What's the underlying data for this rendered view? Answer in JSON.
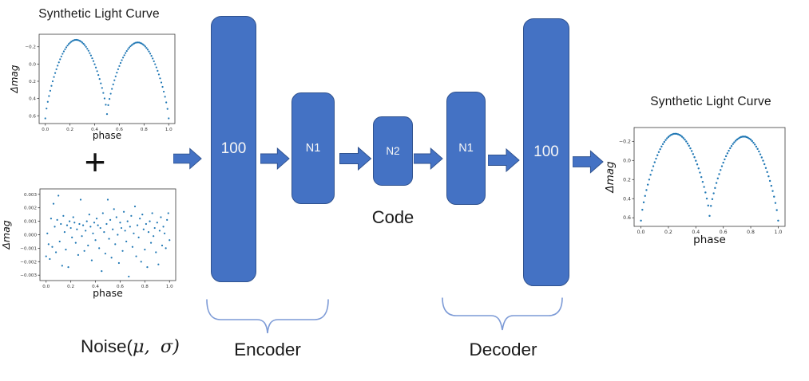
{
  "diagram": {
    "plus_sign": "+",
    "noise_label": {
      "prefix": "Noise(",
      "mu": "μ,",
      "sigma": "σ)"
    },
    "layers": [
      {
        "label": "100",
        "role": "encoder-input-layer"
      },
      {
        "label": "N1",
        "role": "encoder-hidden-layer"
      },
      {
        "label": "N2",
        "role": "code-layer"
      },
      {
        "label": "N1",
        "role": "decoder-hidden-layer"
      },
      {
        "label": "100",
        "role": "decoder-output-layer"
      }
    ],
    "code_label": "Code",
    "encoder_label": "Encoder",
    "decoder_label": "Decoder",
    "colors": {
      "block_fill": "#4472C4",
      "block_border": "#2F528F",
      "arrow_fill": "#4472C4",
      "arrow_border": "#2F528F",
      "brace_stroke": "#7C9AD6",
      "scatter_point": "#1f77b4",
      "axis": "#3a3a3a",
      "text": "#1b1b1b"
    }
  },
  "chart_data": [
    {
      "id": "input_light_curve",
      "type": "scatter",
      "title": "Synthetic Light Curve",
      "xlabel": "phase",
      "ylabel": "Δmag",
      "y_axis_inverted": true,
      "grid": false,
      "xtick_values": [
        0.0,
        0.2,
        0.4,
        0.6,
        0.8,
        1.0
      ],
      "xtick_labels": [
        "0.0",
        "0.2",
        "0.4",
        "0.6",
        "0.8",
        "1.0"
      ],
      "ytick_values": [
        -0.2,
        0.0,
        0.2,
        0.4,
        0.6
      ],
      "ytick_labels": [
        "−0.2",
        "0.0",
        "0.2",
        "0.4",
        "0.6"
      ],
      "display_xlim": [
        -0.05,
        1.05
      ],
      "display_ylim": [
        -0.345,
        0.69
      ],
      "point_color": "#1f77b4",
      "x_start": 0,
      "x_step": 0.01,
      "y": [
        0.63,
        0.516,
        0.438,
        0.371,
        0.31,
        0.253,
        0.2,
        0.15,
        0.104,
        0.06,
        0.019,
        -0.019,
        -0.055,
        -0.088,
        -0.118,
        -0.146,
        -0.171,
        -0.194,
        -0.214,
        -0.232,
        -0.246,
        -0.258,
        -0.268,
        -0.275,
        -0.279,
        -0.28,
        -0.279,
        -0.275,
        -0.269,
        -0.26,
        -0.248,
        -0.234,
        -0.218,
        -0.199,
        -0.177,
        -0.154,
        -0.127,
        -0.099,
        -0.067,
        -0.034,
        0.003,
        0.041,
        0.083,
        0.127,
        0.174,
        0.224,
        0.277,
        0.335,
        0.399,
        0.472,
        0.58,
        0.476,
        0.405,
        0.344,
        0.288,
        0.236,
        0.188,
        0.143,
        0.1,
        0.06,
        0.023,
        -0.012,
        -0.045,
        -0.075,
        -0.102,
        -0.128,
        -0.151,
        -0.172,
        -0.19,
        -0.206,
        -0.219,
        -0.23,
        -0.239,
        -0.246,
        -0.249,
        -0.25,
        -0.249,
        -0.245,
        -0.238,
        -0.229,
        -0.218,
        -0.203,
        -0.186,
        -0.167,
        -0.145,
        -0.121,
        -0.094,
        -0.064,
        -0.032,
        0.002,
        0.039,
        0.079,
        0.121,
        0.166,
        0.214,
        0.265,
        0.32,
        0.379,
        0.445,
        0.52,
        0.63
      ]
    },
    {
      "id": "noise",
      "type": "scatter",
      "title": "",
      "xlabel": "phase",
      "ylabel": "Δmag",
      "y_axis_inverted": false,
      "grid": false,
      "xtick_values": [
        0.0,
        0.2,
        0.4,
        0.6,
        0.8,
        1.0
      ],
      "xtick_labels": [
        "0.0",
        "0.2",
        "0.4",
        "0.6",
        "0.8",
        "1.0"
      ],
      "ytick_values": [
        0.003,
        0.002,
        0.001,
        0.0,
        -0.001,
        -0.002,
        -0.003
      ],
      "ytick_labels": [
        "0.003",
        "0.002",
        "0.001",
        "0.000",
        "−0.001",
        "−0.002",
        "−0.003"
      ],
      "display_xlim": [
        -0.05,
        1.05
      ],
      "display_ylim": [
        0.0034,
        -0.0034
      ],
      "point_color": "#1f77b4",
      "x_start": 0,
      "x_step": 0.01,
      "y": [
        -0.0016,
        0.0001,
        -0.0007,
        -0.0018,
        0.0012,
        -0.0009,
        0.0023,
        0.0006,
        -0.0013,
        0.0011,
        0.0029,
        -0.0005,
        0.0008,
        -0.0023,
        0.0014,
        0.0002,
        -0.0011,
        0.0007,
        -0.0024,
        0.001,
        0.0005,
        -0.0002,
        0.0013,
        0.0009,
        -0.0006,
        0.0004,
        -0.0015,
        0.0008,
        0.0026,
        -0.0001,
        0.0007,
        -0.0012,
        0.0003,
        0.001,
        -0.0008,
        0.0015,
        0.0006,
        -0.0019,
        0.0001,
        0.0009,
        -0.0004,
        0.0012,
        0.0007,
        -0.001,
        0.0005,
        -0.0027,
        0.0016,
        0.0002,
        -0.0014,
        0.0008,
        0.0026,
        -0.0003,
        0.0011,
        -0.0017,
        0.0004,
        0.0019,
        -0.0007,
        0.0013,
        0.0,
        -0.0021,
        0.0009,
        0.0005,
        -0.0012,
        0.0017,
        0.0003,
        -0.0005,
        0.001,
        -0.0031,
        0.0006,
        0.0014,
        -0.0009,
        0.0001,
        0.0021,
        -0.0016,
        0.0007,
        -0.0002,
        0.0012,
        -0.002,
        0.0015,
        0.0004,
        -0.0011,
        0.0008,
        -0.0024,
        0.0002,
        0.001,
        -0.0006,
        0.0016,
        -0.0001,
        0.0005,
        -0.0013,
        0.0009,
        -0.0022,
        0.0003,
        0.0013,
        -0.0008,
        0.0006,
        0.0001,
        -0.001,
        0.0011,
        0.0016,
        -0.0004
      ]
    },
    {
      "id": "output_light_curve",
      "type": "scatter",
      "title": "Synthetic Light Curve",
      "xlabel": "phase",
      "ylabel": "Δmag",
      "y_axis_inverted": true,
      "grid": false,
      "xtick_values": [
        0.0,
        0.2,
        0.4,
        0.6,
        0.8,
        1.0
      ],
      "xtick_labels": [
        "0.0",
        "0.2",
        "0.4",
        "0.6",
        "0.8",
        "1.0"
      ],
      "ytick_values": [
        -0.2,
        0.0,
        0.2,
        0.4,
        0.6
      ],
      "ytick_labels": [
        "−0.2",
        "0.0",
        "0.2",
        "0.4",
        "0.6"
      ],
      "display_xlim": [
        -0.05,
        1.05
      ],
      "display_ylim": [
        -0.345,
        0.69
      ],
      "point_color": "#1f77b4",
      "x_start": 0,
      "x_step": 0.01,
      "y": [
        0.63,
        0.516,
        0.438,
        0.371,
        0.31,
        0.253,
        0.2,
        0.15,
        0.104,
        0.06,
        0.019,
        -0.019,
        -0.055,
        -0.088,
        -0.118,
        -0.146,
        -0.171,
        -0.194,
        -0.214,
        -0.232,
        -0.246,
        -0.258,
        -0.268,
        -0.275,
        -0.279,
        -0.28,
        -0.279,
        -0.275,
        -0.269,
        -0.26,
        -0.248,
        -0.234,
        -0.218,
        -0.199,
        -0.177,
        -0.154,
        -0.127,
        -0.099,
        -0.067,
        -0.034,
        0.003,
        0.041,
        0.083,
        0.127,
        0.174,
        0.224,
        0.277,
        0.335,
        0.399,
        0.472,
        0.58,
        0.476,
        0.405,
        0.344,
        0.288,
        0.236,
        0.188,
        0.143,
        0.1,
        0.06,
        0.023,
        -0.012,
        -0.045,
        -0.075,
        -0.102,
        -0.128,
        -0.151,
        -0.172,
        -0.19,
        -0.206,
        -0.219,
        -0.23,
        -0.239,
        -0.246,
        -0.249,
        -0.25,
        -0.249,
        -0.245,
        -0.238,
        -0.229,
        -0.218,
        -0.203,
        -0.186,
        -0.167,
        -0.145,
        -0.121,
        -0.094,
        -0.064,
        -0.032,
        0.002,
        0.039,
        0.079,
        0.121,
        0.166,
        0.214,
        0.265,
        0.32,
        0.379,
        0.445,
        0.52,
        0.63
      ]
    }
  ]
}
